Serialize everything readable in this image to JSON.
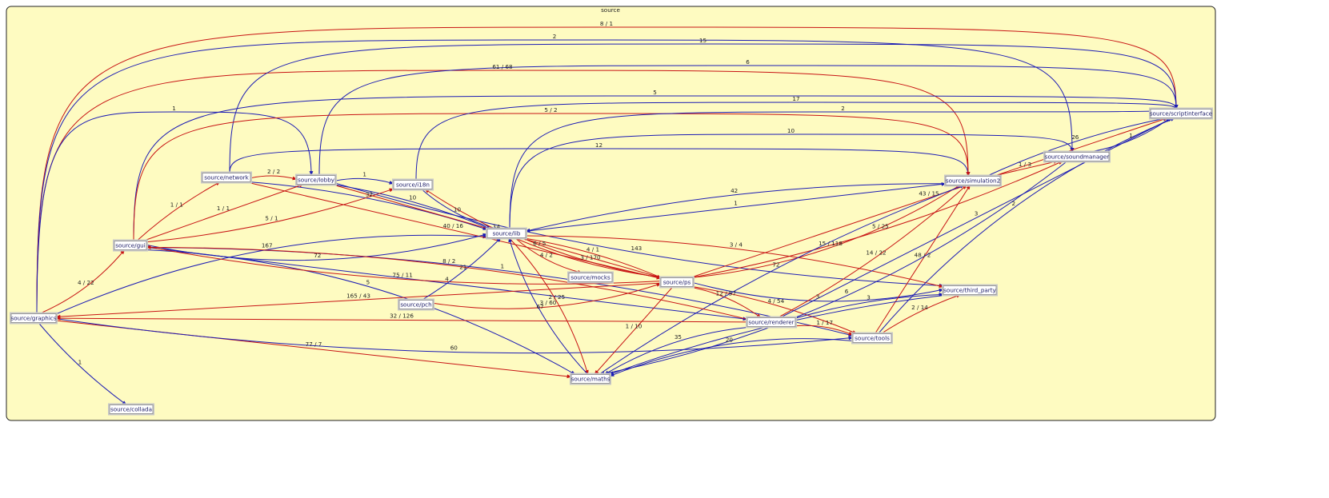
{
  "cluster": {
    "title": "source"
  },
  "colors": {
    "blue": "#1c1cb4",
    "red": "#c81414",
    "background": "#fefbc1"
  },
  "nodes": [
    {
      "id": "graphics",
      "label": "source/graphics"
    },
    {
      "id": "collada",
      "label": "source/collada"
    },
    {
      "id": "gui",
      "label": "source/gui"
    },
    {
      "id": "network",
      "label": "source/network"
    },
    {
      "id": "lobby",
      "label": "source/lobby"
    },
    {
      "id": "i18n",
      "label": "source/i18n"
    },
    {
      "id": "lib",
      "label": "source/lib"
    },
    {
      "id": "mocks",
      "label": "source/mocks"
    },
    {
      "id": "ps",
      "label": "source/ps"
    },
    {
      "id": "pch",
      "label": "source/pch"
    },
    {
      "id": "maths",
      "label": "source/maths"
    },
    {
      "id": "renderer",
      "label": "source/renderer"
    },
    {
      "id": "tools",
      "label": "source/tools"
    },
    {
      "id": "third_party",
      "label": "source/third_party"
    },
    {
      "id": "simulation2",
      "label": "source/simulation2"
    },
    {
      "id": "soundmanager",
      "label": "source/soundmanager"
    },
    {
      "id": "scriptinterface",
      "label": "source/scriptinterface"
    }
  ],
  "edges": [
    {
      "from": "graphics",
      "to": "scriptinterface",
      "label": "8 / 1",
      "color": "red"
    },
    {
      "from": "graphics",
      "to": "soundmanager",
      "label": "2",
      "color": "blue"
    },
    {
      "from": "graphics",
      "to": "simulation2",
      "label": "61 / 68",
      "color": "red"
    },
    {
      "from": "graphics",
      "to": "collada",
      "label": "1",
      "color": "blue"
    },
    {
      "from": "graphics",
      "to": "gui",
      "label": "4 / 22",
      "color": "red"
    },
    {
      "from": "graphics",
      "to": "lib",
      "label": "167",
      "color": "blue"
    },
    {
      "from": "graphics",
      "to": "lobby",
      "label": "1",
      "color": "blue"
    },
    {
      "from": "graphics",
      "to": "maths",
      "label": "77 / 7",
      "color": "red"
    },
    {
      "from": "graphics",
      "to": "tools",
      "label": "60",
      "color": "blue"
    },
    {
      "from": "network",
      "to": "scriptinterface",
      "label": "15",
      "color": "blue"
    },
    {
      "from": "network",
      "to": "lobby",
      "label": "2 / 2",
      "color": "red"
    },
    {
      "from": "network",
      "to": "lib",
      "label": "32",
      "color": "blue"
    },
    {
      "from": "network",
      "to": "ps",
      "label": "40 / 16",
      "color": "red"
    },
    {
      "from": "network",
      "to": "simulation2",
      "label": "12",
      "color": "blue"
    },
    {
      "from": "lobby",
      "to": "scriptinterface",
      "label": "6",
      "color": "blue"
    },
    {
      "from": "lobby",
      "to": "i18n",
      "label": "1",
      "color": "blue"
    },
    {
      "from": "lobby",
      "to": "lib",
      "label": "10",
      "color": "blue"
    },
    {
      "from": "lobby",
      "to": "ps",
      "label": "14",
      "color": "red"
    },
    {
      "from": "lobby",
      "to": "third_party",
      "label": "143",
      "color": "blue"
    },
    {
      "from": "gui",
      "to": "scriptinterface",
      "label": "5",
      "color": "blue"
    },
    {
      "from": "gui",
      "to": "simulation2",
      "label": "5 / 2",
      "color": "red"
    },
    {
      "from": "gui",
      "to": "network",
      "label": "1 / 1",
      "color": "red"
    },
    {
      "from": "gui",
      "to": "lobby",
      "label": "1 / 1",
      "color": "red"
    },
    {
      "from": "gui",
      "to": "i18n",
      "label": "5 / 1",
      "color": "red"
    },
    {
      "from": "gui",
      "to": "lib",
      "label": "72",
      "color": "blue"
    },
    {
      "from": "gui",
      "to": "maths",
      "label": "5",
      "color": "blue"
    },
    {
      "from": "gui",
      "to": "tools",
      "label": "1",
      "color": "blue"
    },
    {
      "from": "gui",
      "to": "renderer",
      "label": "4",
      "color": "blue"
    },
    {
      "from": "i18n",
      "to": "scriptinterface",
      "label": "17",
      "color": "blue"
    },
    {
      "from": "i18n",
      "to": "lib",
      "label": "10",
      "color": "blue"
    },
    {
      "from": "lib",
      "to": "scriptinterface",
      "label": "2",
      "color": "blue"
    },
    {
      "from": "lib",
      "to": "soundmanager",
      "label": "10",
      "color": "blue"
    },
    {
      "from": "lib",
      "to": "simulation2",
      "label": "1",
      "color": "blue"
    },
    {
      "from": "lib",
      "to": "ps",
      "label": "3 / 170",
      "color": "red"
    },
    {
      "from": "lib",
      "to": "mocks",
      "label": "4 / 2",
      "color": "red"
    },
    {
      "from": "lib",
      "to": "maths",
      "label": "2 / 25",
      "color": "red"
    },
    {
      "from": "lib",
      "to": "third_party",
      "label": "3 / 4",
      "color": "red"
    },
    {
      "from": "ps",
      "to": "scriptinterface",
      "label": "43 / 15",
      "color": "red"
    },
    {
      "from": "ps",
      "to": "soundmanager",
      "label": "5 / 25",
      "color": "red"
    },
    {
      "from": "ps",
      "to": "simulation2",
      "label": "15 / 118",
      "color": "red"
    },
    {
      "from": "ps",
      "to": "i18n",
      "label": "6 / 5",
      "color": "red"
    },
    {
      "from": "ps",
      "to": "gui",
      "label": "75 / 11",
      "color": "red"
    },
    {
      "from": "ps",
      "to": "graphics",
      "label": "165 / 43",
      "color": "red"
    },
    {
      "from": "ps",
      "to": "lib",
      "label": "4 / 1",
      "color": "red"
    },
    {
      "from": "ps",
      "to": "third_party",
      "label": "3",
      "color": "blue"
    },
    {
      "from": "ps",
      "to": "renderer",
      "label": "12 / 57",
      "color": "red"
    },
    {
      "from": "ps",
      "to": "tools",
      "label": "4 / 54",
      "color": "red"
    },
    {
      "from": "ps",
      "to": "maths",
      "label": "1 / 10",
      "color": "red"
    },
    {
      "from": "pch",
      "to": "lib",
      "label": "21",
      "color": "blue"
    },
    {
      "from": "pch",
      "to": "ps",
      "label": "3 / 60",
      "color": "red"
    },
    {
      "from": "maths",
      "to": "lib",
      "label": "67",
      "color": "blue"
    },
    {
      "from": "maths",
      "to": "simulation2",
      "label": "72",
      "color": "blue"
    },
    {
      "from": "renderer",
      "to": "graphics",
      "label": "32 / 126",
      "color": "red"
    },
    {
      "from": "renderer",
      "to": "gui",
      "label": "8 / 2",
      "color": "red"
    },
    {
      "from": "renderer",
      "to": "maths",
      "label": "35",
      "color": "blue"
    },
    {
      "from": "renderer",
      "to": "tools",
      "label": "1 / 17",
      "color": "red"
    },
    {
      "from": "renderer",
      "to": "third_party",
      "label": "3",
      "color": "blue"
    },
    {
      "from": "renderer",
      "to": "scriptinterface",
      "label": "3",
      "color": "blue"
    },
    {
      "from": "renderer",
      "to": "simulation2",
      "label": "14 / 22",
      "color": "red"
    },
    {
      "from": "tools",
      "to": "maths",
      "label": "20",
      "color": "blue"
    },
    {
      "from": "tools",
      "to": "scriptinterface",
      "label": "2",
      "color": "blue"
    },
    {
      "from": "tools",
      "to": "third_party",
      "label": "2 / 14",
      "color": "red"
    },
    {
      "from": "tools",
      "to": "simulation2",
      "label": "48 / 2",
      "color": "red"
    },
    {
      "from": "third_party",
      "to": "maths",
      "label": "2",
      "color": "blue"
    },
    {
      "from": "soundmanager",
      "to": "scriptinterface",
      "label": "1",
      "color": "blue"
    },
    {
      "from": "soundmanager",
      "to": "maths",
      "label": "6",
      "color": "blue"
    },
    {
      "from": "simulation2",
      "to": "scriptinterface",
      "label": "26",
      "color": "blue"
    },
    {
      "from": "simulation2",
      "to": "soundmanager",
      "label": "1 / 3",
      "color": "red"
    },
    {
      "from": "simulation2",
      "to": "lib",
      "label": "42",
      "color": "blue"
    }
  ]
}
